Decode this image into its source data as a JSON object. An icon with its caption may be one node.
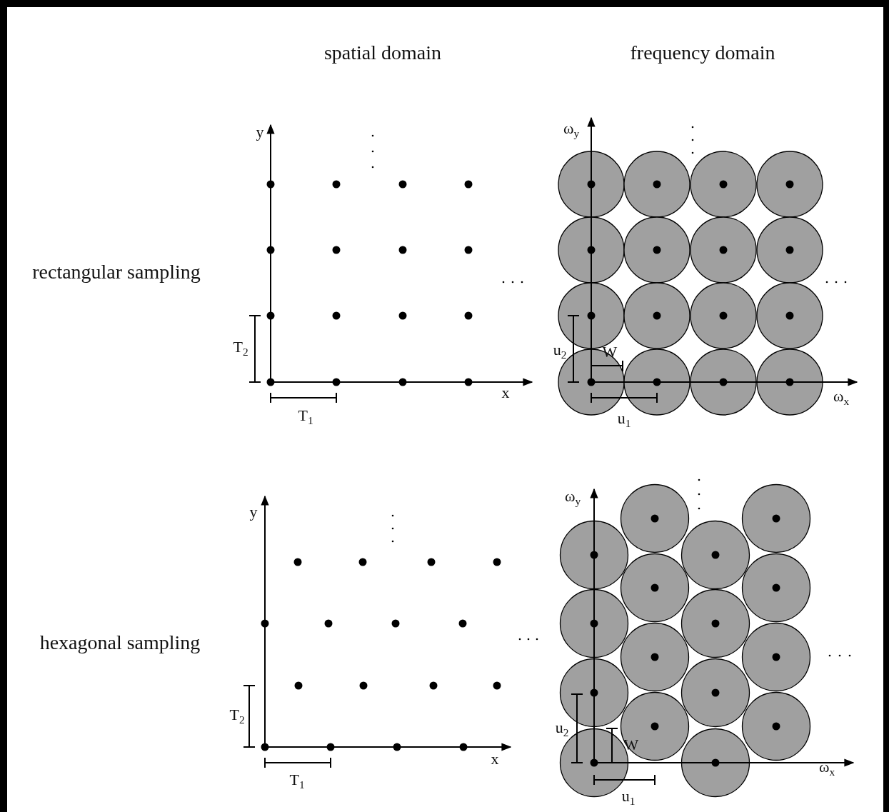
{
  "diagram": {
    "labels": [
      "spatial domain",
      "frequency domain",
      "y",
      "ω$_{y}$",
      "rectangular sampling",
      "T$_{2}$",
      "u$_{2}$",
      "W",
      "x",
      "ω$_{x}$",
      "T$_{1}$",
      "u$_{1}$",
      "y",
      "ω$_{y}$",
      "hexagonal sampling",
      "T$_{2}$",
      "u$_{2}$",
      "W",
      "x",
      "ω$_{x}$",
      "T$_{1}$",
      "u$_{1}$"
    ]
  }
}
